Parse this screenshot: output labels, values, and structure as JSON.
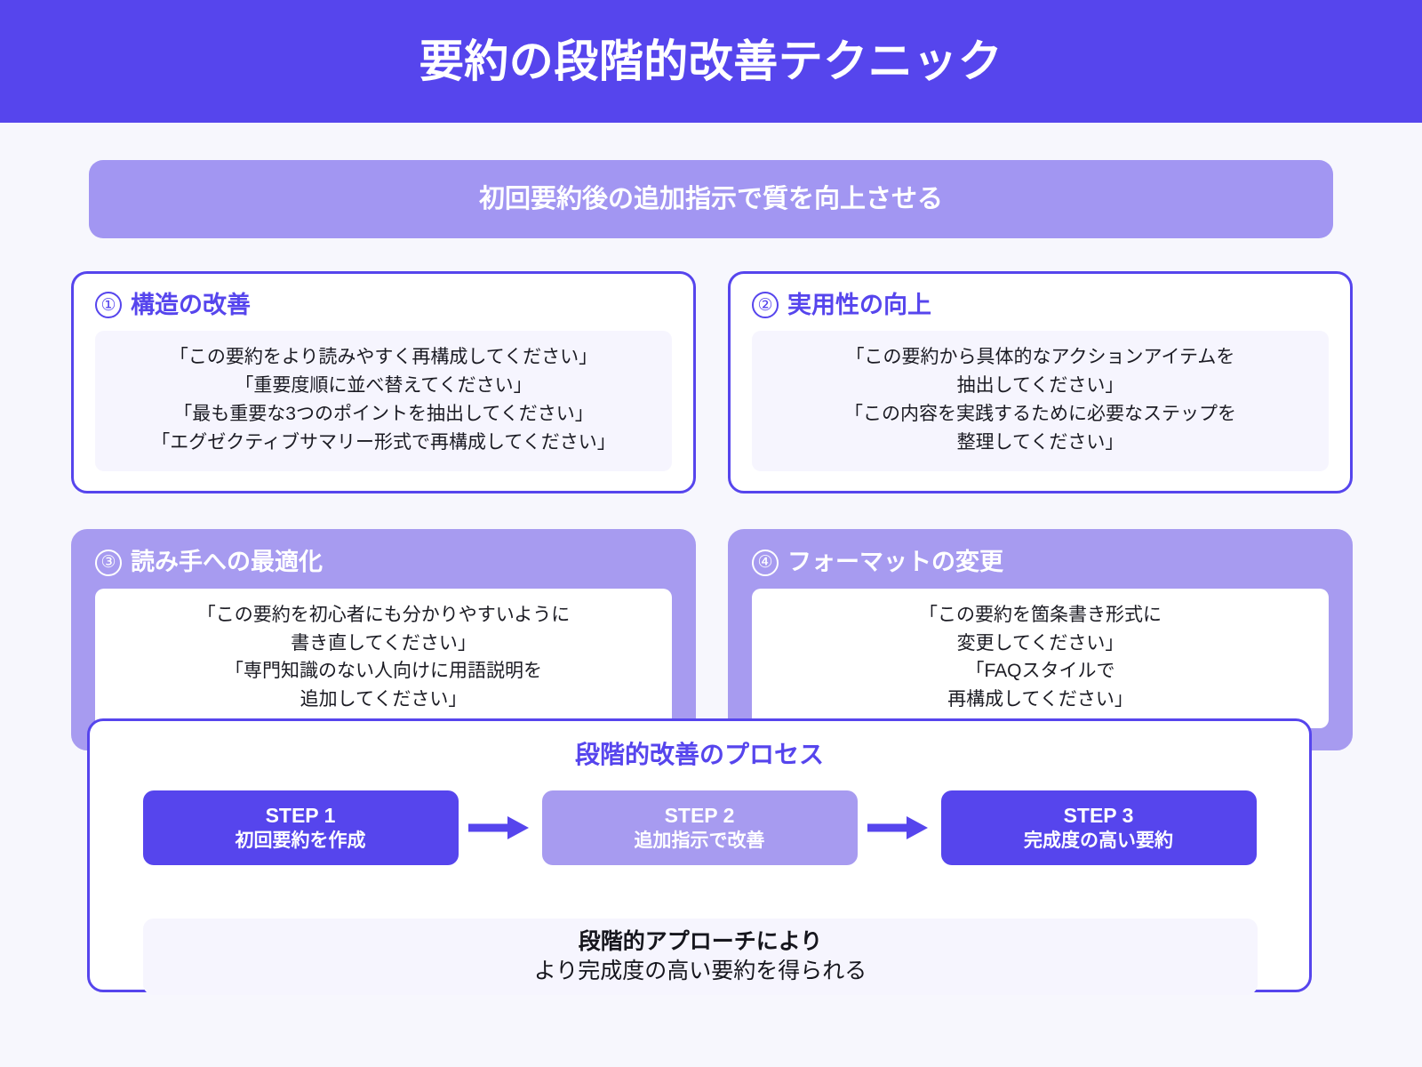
{
  "header": {
    "title": "要約の段階的改善テクニック",
    "background_color": "#5645ED",
    "text_color": "#FFFFFF"
  },
  "subtitle_banner": {
    "text": "初回要約後の追加指示で質を向上させる",
    "background_color": "#A296F2"
  },
  "page": {
    "background_color": "#F7F7FD",
    "accent_color": "#5645ED",
    "accent_light_color": "#A79BF0",
    "panel_tint_color": "#F6F5FE"
  },
  "cards": [
    {
      "number": "①",
      "title": "構造の改善",
      "style": "outline",
      "lines": [
        "「この要約をより読みやすく再構成してください」",
        "「重要度順に並べ替えてください」",
        "「最も重要な3つのポイントを抽出してください」",
        "「エグゼクティブサマリー形式で再構成してください」"
      ]
    },
    {
      "number": "②",
      "title": "実用性の向上",
      "style": "outline",
      "lines": [
        "「この要約から具体的なアクションアイテムを",
        "抽出してください」",
        "「この内容を実践するために必要なステップを",
        "整理してください」"
      ]
    },
    {
      "number": "③",
      "title": "読み手への最適化",
      "style": "filled",
      "lines": [
        "「この要約を初心者にも分かりやすいように",
        "書き直してください」",
        "「専門知識のない人向けに用語説明を",
        "追加してください」"
      ]
    },
    {
      "number": "④",
      "title": "フォーマットの変更",
      "style": "filled",
      "lines": [
        "「この要約を箇条書き形式に",
        "変更してください」",
        "「FAQスタイルで",
        "再構成してください」"
      ]
    }
  ],
  "process": {
    "title": "段階的改善のプロセス",
    "steps": [
      {
        "label": "STEP 1",
        "desc": "初回要約を作成",
        "style": "dark"
      },
      {
        "label": "STEP 2",
        "desc": "追加指示で改善",
        "style": "light"
      },
      {
        "label": "STEP 3",
        "desc": "完成度の高い要約",
        "style": "dark"
      }
    ],
    "arrow_icon": "arrow-right-icon",
    "summary": {
      "strong": "段階的アプローチにより",
      "text": "より完成度の高い要約を得られる"
    }
  }
}
